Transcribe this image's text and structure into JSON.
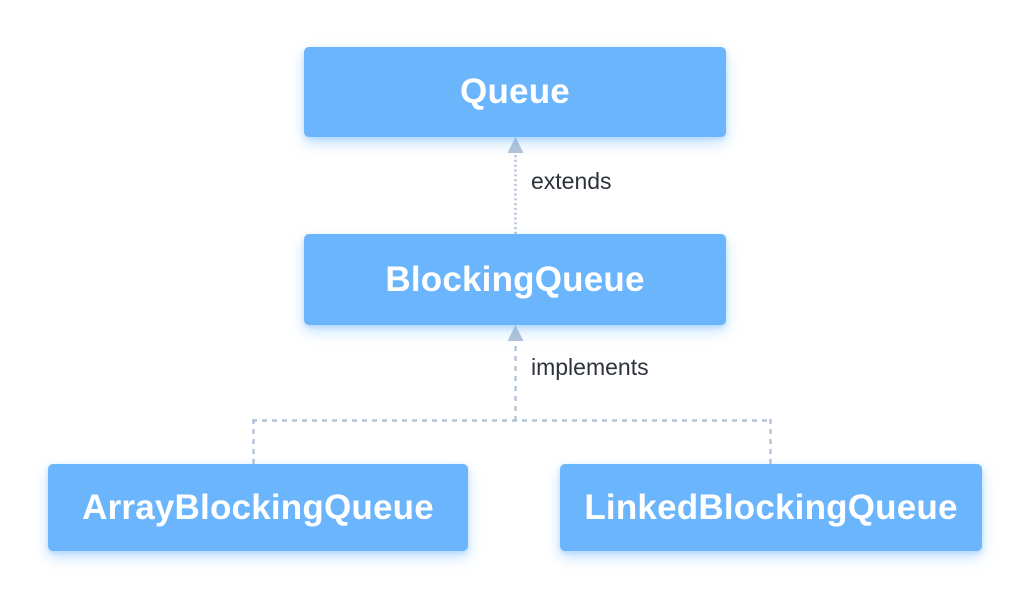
{
  "diagram": {
    "type": "uml-class-hierarchy",
    "background_color": "#ffffff",
    "node_fill_color": "#6bb5fd",
    "node_text_color": "#ffffff",
    "edge_color": "#b3c4d7",
    "label_text_color": "#2d323b",
    "nodes": [
      {
        "id": "queue",
        "label": "Queue"
      },
      {
        "id": "blockingqueue",
        "label": "BlockingQueue"
      },
      {
        "id": "arrayblockingqueue",
        "label": "ArrayBlockingQueue"
      },
      {
        "id": "linkedblockingqueue",
        "label": "LinkedBlockingQueue"
      }
    ],
    "edges": [
      {
        "id": "extends-edge",
        "from": "blockingqueue",
        "to": "queue",
        "label": "extends",
        "line_style": "dotted",
        "arrow": "hollow-triangle-up"
      },
      {
        "id": "implements-edge",
        "from": "arrayblockingqueue,linkedblockingqueue",
        "to": "blockingqueue",
        "label": "implements",
        "line_style": "dashed",
        "arrow": "hollow-triangle-up"
      }
    ]
  }
}
